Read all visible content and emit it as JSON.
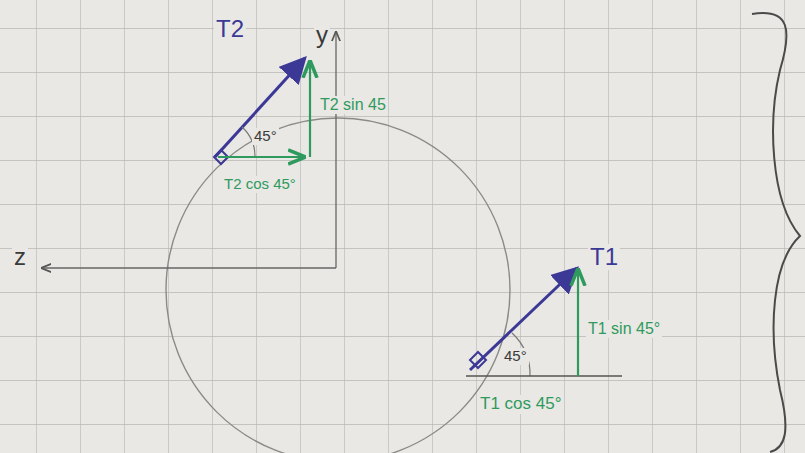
{
  "diagram": {
    "labels": [
      "T2",
      "y",
      "45°",
      "T2 sin 45",
      "T2 cos 45°",
      "z",
      "T1",
      "45°",
      "T1 sin 45°",
      "T1 cos 45°"
    ]
  }
}
